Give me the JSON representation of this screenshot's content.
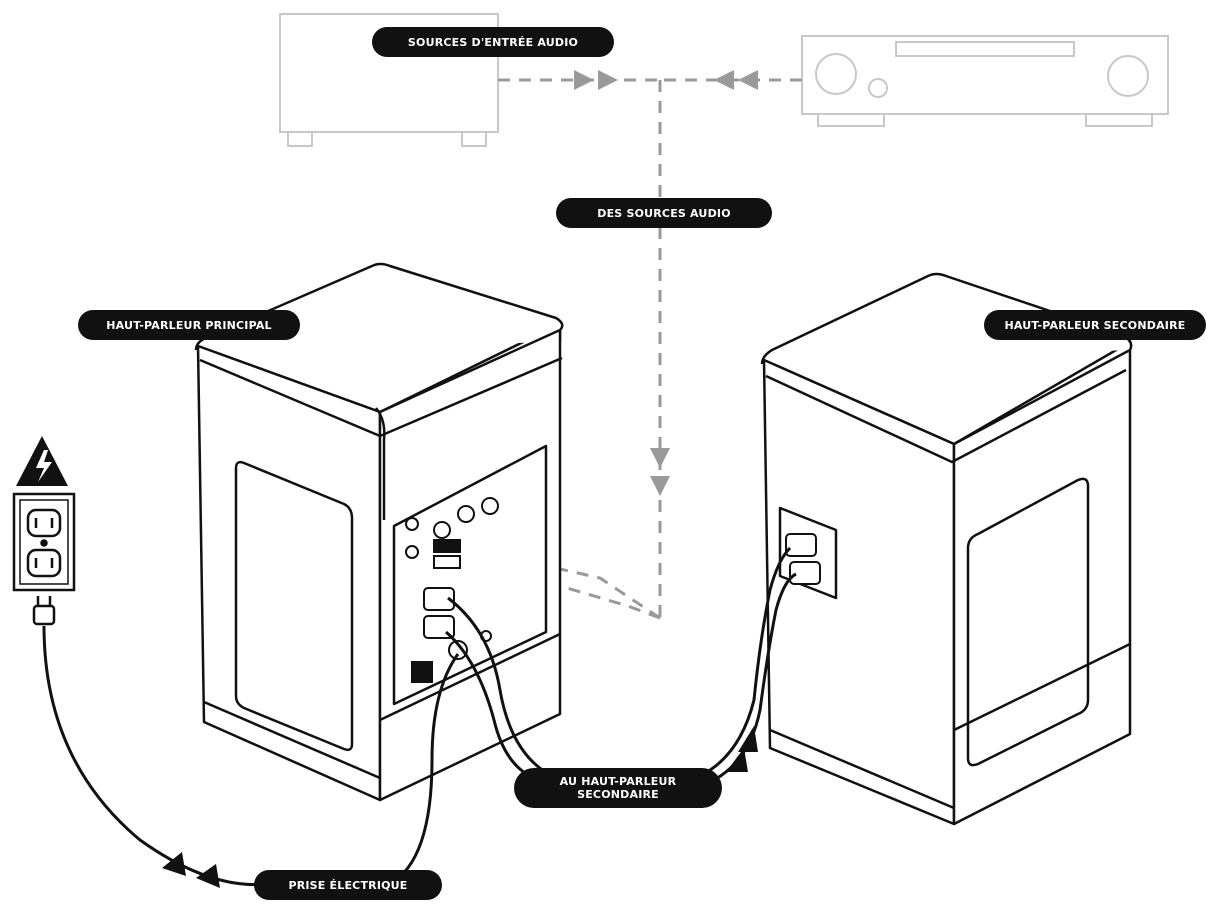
{
  "labels": {
    "input_sources": "SOURCES D'ENTRÉE AUDIO",
    "audio_sources": "DES SOURCES AUDIO",
    "main_speaker": "HAUT-PARLEUR PRINCIPAL",
    "secondary_speaker": "HAUT-PARLEUR SECONDAIRE",
    "to_secondary_line1": "AU HAUT-PARLEUR",
    "to_secondary_line2": "SECONDAIRE",
    "power_outlet": "PRISE ÉLECTRIQUE"
  },
  "icons": {
    "source_box": "audio-source-device-icon",
    "amplifier": "amplifier-receiver-icon",
    "main_speaker": "main-speaker-icon",
    "secondary_speaker": "secondary-speaker-icon",
    "outlet": "wall-outlet-icon",
    "warning": "high-voltage-warning-icon",
    "plug": "power-plug-icon"
  },
  "colors": {
    "line": "#111111",
    "faded": "#c8c8c8",
    "dashed": "#9a9a9a",
    "pill": "#111111"
  }
}
